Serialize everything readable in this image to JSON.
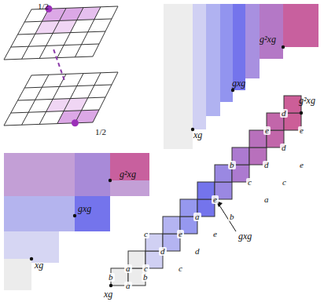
{
  "diagram": {
    "labels": [
      "1/2",
      "1/2",
      "xg",
      "gxg",
      "g²xg",
      "xg",
      "gxg",
      "g²xg",
      "xg",
      "gxg",
      "g²xg",
      "d",
      "e",
      "e",
      "d",
      "b",
      "d",
      "c",
      "c",
      "e",
      "e",
      "a",
      "b",
      "a",
      "c",
      "e",
      "e",
      "d",
      "d",
      "a",
      "c",
      "c",
      "b",
      "b",
      "a"
    ]
  }
}
